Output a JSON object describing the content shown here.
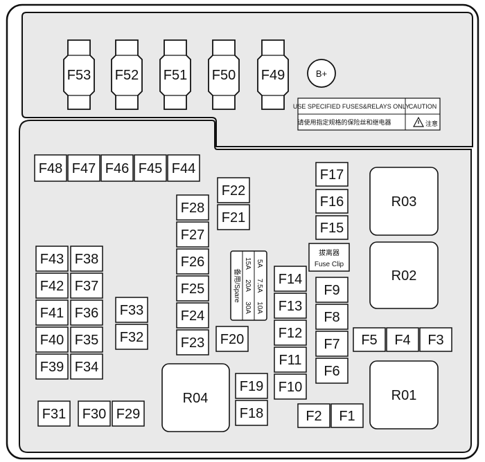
{
  "top_fuses": [
    {
      "label": "F53"
    },
    {
      "label": "F52"
    },
    {
      "label": "F51"
    },
    {
      "label": "F50"
    },
    {
      "label": "F49"
    }
  ],
  "terminal": {
    "label": "B+"
  },
  "notice": {
    "en": "USE SPECIFIED FUSES&RELAYS ONLY",
    "cn": "请使用指定规格的保险丝和继电器",
    "caution": "CAUTION",
    "caution_cn": "注意"
  },
  "fuses": {
    "F48": "F48",
    "F47": "F47",
    "F46": "F46",
    "F45": "F45",
    "F44": "F44",
    "F43": "F43",
    "F42": "F42",
    "F41": "F41",
    "F40": "F40",
    "F39": "F39",
    "F38": "F38",
    "F37": "F37",
    "F36": "F36",
    "F35": "F35",
    "F34": "F34",
    "F33": "F33",
    "F32": "F32",
    "F31": "F31",
    "F30": "F30",
    "F29": "F29",
    "F28": "F28",
    "F27": "F27",
    "F26": "F26",
    "F25": "F25",
    "F24": "F24",
    "F23": "F23",
    "F22": "F22",
    "F21": "F21",
    "F20": "F20",
    "F19": "F19",
    "F18": "F18",
    "F17": "F17",
    "F16": "F16",
    "F15": "F15",
    "F14": "F14",
    "F13": "F13",
    "F12": "F12",
    "F11": "F11",
    "F10": "F10",
    "F9": "F9",
    "F8": "F8",
    "F7": "F7",
    "F6": "F6",
    "F5": "F5",
    "F4": "F4",
    "F3": "F3",
    "F2": "F2",
    "F1": "F1"
  },
  "relays": {
    "R01": "R01",
    "R02": "R02",
    "R03": "R03",
    "R04": "R04"
  },
  "fuse_clip": {
    "cn": "拔离器",
    "en": "Fuse Clip"
  },
  "spare": {
    "title": "备用/Spare",
    "values_right": [
      "5A",
      "7.5A",
      "10A"
    ],
    "values_left": [
      "15A",
      "20A",
      "30A"
    ]
  }
}
